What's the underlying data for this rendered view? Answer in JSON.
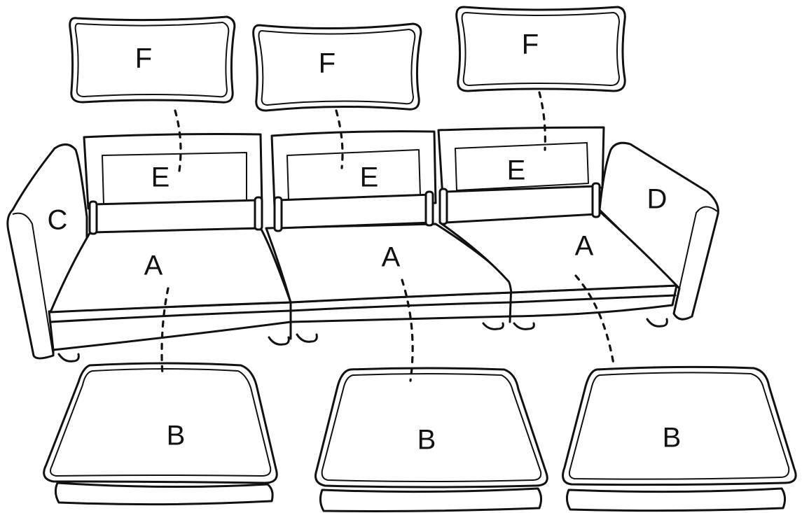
{
  "labels": {
    "seat_left": "A",
    "seat_middle": "A",
    "seat_right": "A",
    "cushion_left": "B",
    "cushion_middle": "B",
    "cushion_right": "B",
    "armrest_left": "C",
    "armrest_right": "D",
    "back_left": "E",
    "back_middle": "E",
    "back_right": "E",
    "pillow_left": "F",
    "pillow_middle": "F",
    "pillow_right": "F"
  }
}
